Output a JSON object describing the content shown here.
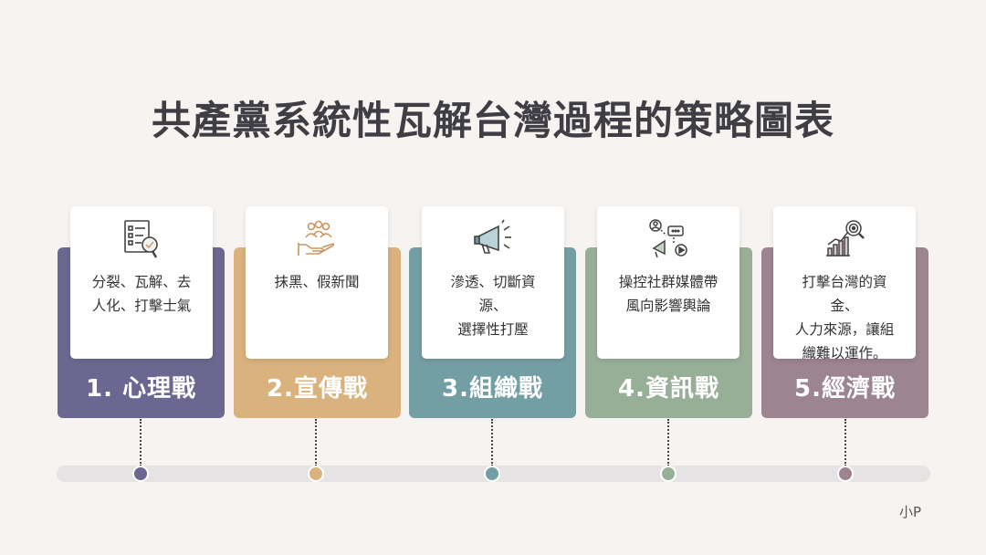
{
  "title": "共產黨系統性瓦解台灣過程的策略圖表",
  "strategies": [
    {
      "label": "1. 心理戰",
      "desc_lines": [
        "分裂、瓦解、去",
        "人化、打擊士氣"
      ],
      "icon": "checklist-search-icon",
      "color": "#6b6790"
    },
    {
      "label": "2.宣傳戰",
      "desc_lines": [
        "抹黑、假新聞"
      ],
      "icon": "hand-people-icon",
      "color": "#d9b27e"
    },
    {
      "label": "3.組織戰",
      "desc_lines": [
        "滲透、切斷資",
        "源、",
        "選擇性打壓"
      ],
      "icon": "megaphone-icon",
      "color": "#739ea4"
    },
    {
      "label": "4.資訊戰",
      "desc_lines": [
        "操控社群媒體帶",
        "風向影響輿論"
      ],
      "icon": "social-media-icon",
      "color": "#97ae97"
    },
    {
      "label": "5.經濟戰",
      "desc_lines": [
        "打擊台灣的資",
        "金、",
        "人力來源，讓組",
        "織難以運作。"
      ],
      "icon": "chart-magnifier-icon",
      "color": "#9c8590"
    }
  ],
  "watermark": "小P"
}
